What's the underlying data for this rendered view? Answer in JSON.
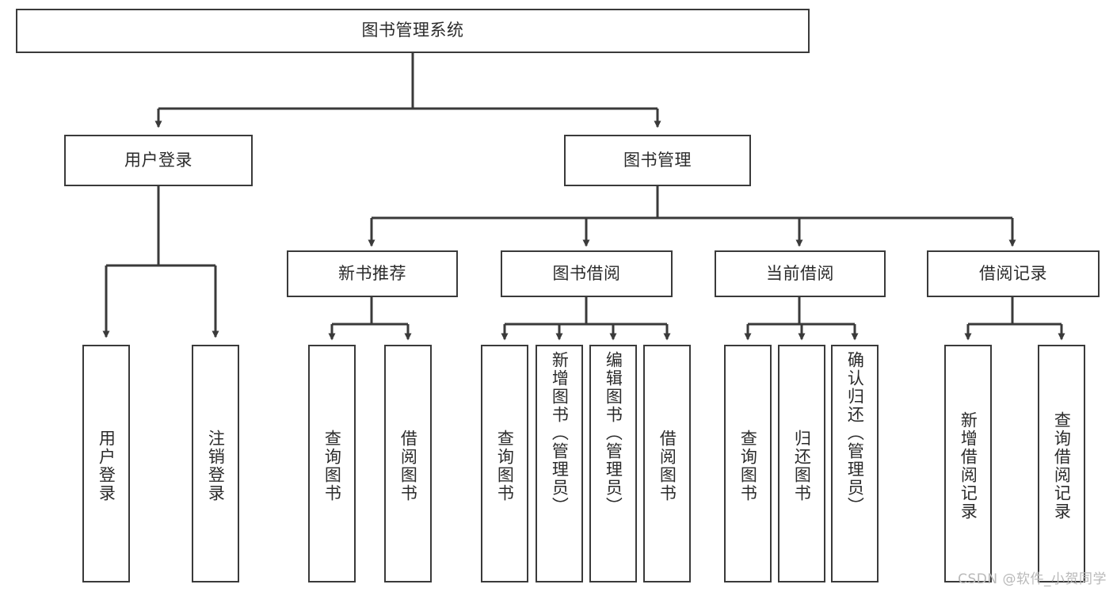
{
  "diagram": {
    "title": "图书管理系统",
    "type": "tree-hierarchy",
    "watermark": "CSDN @软件_小贺同学",
    "colors": {
      "box_border": "#3a3a3a",
      "connector": "#3a3a3a",
      "text": "#2b2b2b",
      "background": "#ffffff",
      "watermark": "#b9b9b9"
    },
    "root": {
      "label": "图书管理系统"
    },
    "level2": [
      {
        "label": "用户登录"
      },
      {
        "label": "图书管理"
      }
    ],
    "level3": [
      {
        "label": "新书推荐"
      },
      {
        "label": "图书借阅"
      },
      {
        "label": "当前借阅"
      },
      {
        "label": "借阅记录"
      }
    ],
    "leaves": {
      "user_login": [
        {
          "label": "用户登录"
        },
        {
          "label": "注销登录"
        }
      ],
      "new_book_recommend": [
        {
          "label": "查询图书"
        },
        {
          "label": "借阅图书"
        }
      ],
      "book_borrow": [
        {
          "label": "查询图书"
        },
        {
          "label": "新增图书（管理员）"
        },
        {
          "label": "编辑图书（管理员）"
        },
        {
          "label": "借阅图书"
        }
      ],
      "current_borrow": [
        {
          "label": "查询图书"
        },
        {
          "label": "归还图书"
        },
        {
          "label": "确认归还（管理员）"
        }
      ],
      "borrow_record": [
        {
          "label": "新增借阅记录"
        },
        {
          "label": "查询借阅记录"
        }
      ]
    }
  }
}
